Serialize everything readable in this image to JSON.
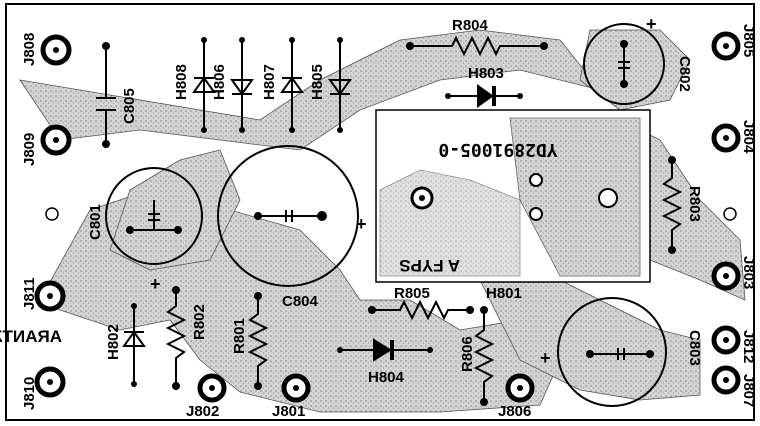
{
  "board": {
    "brand_text": "ARANTZ",
    "part_number": "YD2891005-0",
    "maker_mark": "A FYPS",
    "plus_sign": "+"
  },
  "jacks": {
    "j808": "J808",
    "j809": "J809",
    "j811": "J811",
    "j810": "J810",
    "j802": "J802",
    "j801": "J801",
    "j806": "J806",
    "j807": "J807",
    "j812": "J812",
    "j803": "J803",
    "j804": "J804",
    "j805": "J805"
  },
  "resistors": {
    "r804": "R804",
    "r803": "R803",
    "r805": "R805",
    "r806": "R806",
    "r801": "R801",
    "r802": "R802"
  },
  "capacitors": {
    "c805": "C805",
    "c801": "C801",
    "c804": "C804",
    "c802": "C802",
    "c803": "C803"
  },
  "diodes": {
    "h808": "H808",
    "h806": "H806",
    "h807": "H807",
    "h805": "H805",
    "h803": "H803",
    "h801": "H801",
    "h802": "H802",
    "h804": "H804"
  },
  "colors": {
    "ink": "#000000",
    "copper": "#cfcfcf",
    "background": "#ffffff"
  }
}
